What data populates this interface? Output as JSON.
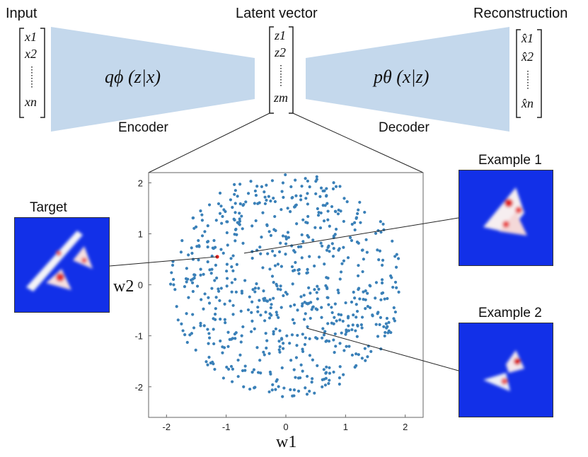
{
  "headers": {
    "input": "Input",
    "latent": "Latent vector",
    "reconstruction": "Reconstruction"
  },
  "encoder": {
    "formula": "qϕ (z|x)",
    "caption": "Encoder"
  },
  "decoder": {
    "formula": "pθ (x|z)",
    "caption": "Decoder"
  },
  "input_vector": {
    "first": "x1",
    "second": "x2",
    "last": "xn"
  },
  "latent_vector": {
    "first": "z1",
    "second": "z2",
    "last": "zm"
  },
  "output_vector": {
    "first": "x̂1",
    "second": "x̂2",
    "last": "x̂n"
  },
  "thumbnails": {
    "target": "Target",
    "example1": "Example 1",
    "example2": "Example 2"
  },
  "colors": {
    "trapezoid": "#c4d8ec",
    "point": "#3a80b8",
    "target_point": "#e0201c",
    "heatmap_bg": "#1230e8"
  },
  "chart_data": {
    "type": "scatter",
    "xlabel": "w1",
    "ylabel": "w2",
    "xlim": [
      -2.3,
      2.3
    ],
    "ylim": [
      -2.6,
      2.2
    ],
    "xticks": [
      "-2",
      "-1",
      "0",
      "1",
      "2"
    ],
    "yticks": [
      "2",
      "1",
      "0",
      "-1",
      "-2"
    ],
    "grid": false,
    "target_point": {
      "x": -1.15,
      "y": 0.55
    },
    "example1_point": {
      "x": -0.7,
      "y": 0.62
    },
    "example2_point": {
      "x": 0.35,
      "y": -0.85
    },
    "n_points": 700
  }
}
